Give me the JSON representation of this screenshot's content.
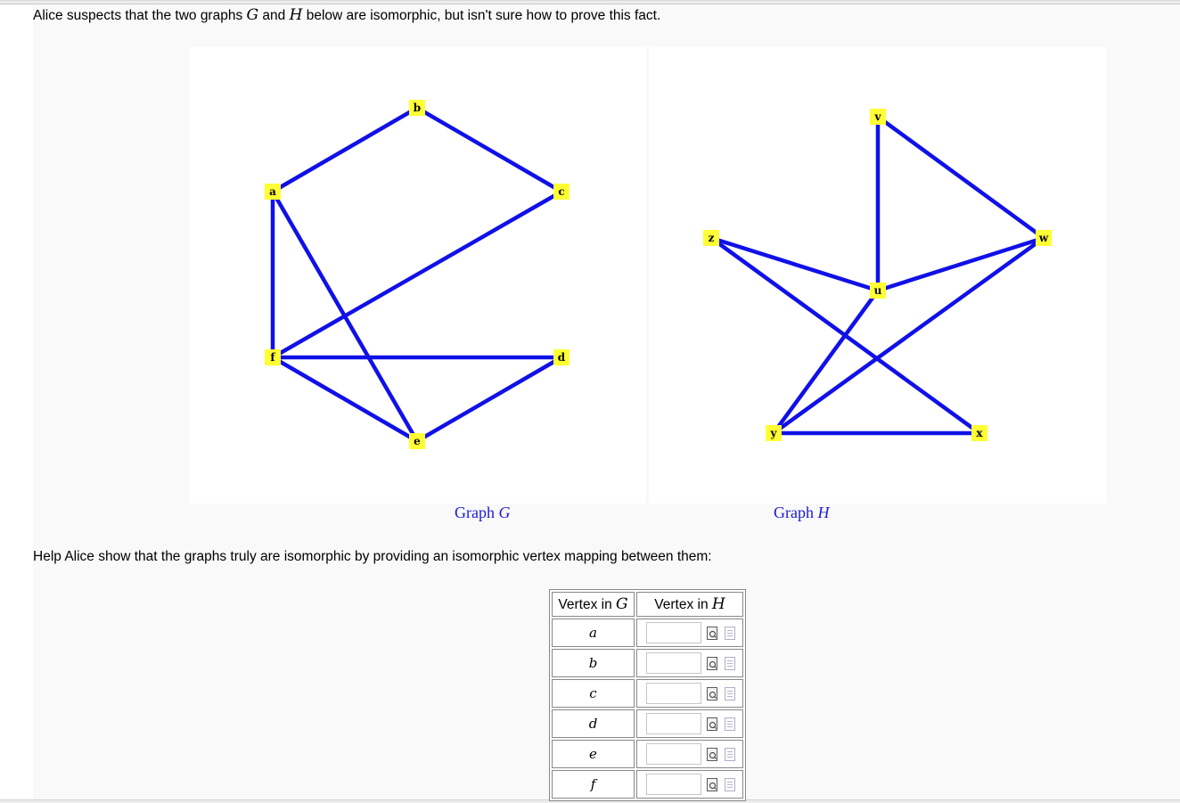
{
  "intro": {
    "text_before_g": "Alice suspects that the two graphs ",
    "g": "G",
    "text_between": " and ",
    "h": "H",
    "text_after_h": " below are isomorphic, but isn't sure how to prove this fact."
  },
  "graph_g": {
    "caption_prefix": "Graph ",
    "caption_var": "G",
    "vertices": [
      "a",
      "b",
      "c",
      "d",
      "e",
      "f"
    ],
    "edges": [
      [
        "a",
        "b"
      ],
      [
        "b",
        "c"
      ],
      [
        "a",
        "f"
      ],
      [
        "a",
        "e"
      ],
      [
        "c",
        "f"
      ],
      [
        "f",
        "d"
      ],
      [
        "f",
        "e"
      ],
      [
        "e",
        "d"
      ]
    ]
  },
  "graph_h": {
    "caption_prefix": "Graph ",
    "caption_var": "H",
    "vertices": [
      "u",
      "v",
      "w",
      "x",
      "y",
      "z"
    ],
    "edges": [
      [
        "v",
        "u"
      ],
      [
        "v",
        "w"
      ],
      [
        "z",
        "u"
      ],
      [
        "z",
        "x"
      ],
      [
        "u",
        "w"
      ],
      [
        "u",
        "y"
      ],
      [
        "w",
        "y"
      ],
      [
        "y",
        "x"
      ]
    ]
  },
  "node_color": "#ffff33",
  "edge_color": "#1010e8",
  "caption_color": "#1a1ad8",
  "help_text": "Help Alice show that the graphs truly are isomorphic by providing an isomorphic vertex mapping between them:",
  "table": {
    "header_g_prefix": "Vertex in ",
    "header_g_var": "G",
    "header_h_prefix": "Vertex in ",
    "header_h_var": "H",
    "rows": [
      {
        "g": "a",
        "h": ""
      },
      {
        "g": "b",
        "h": ""
      },
      {
        "g": "c",
        "h": ""
      },
      {
        "g": "d",
        "h": ""
      },
      {
        "g": "e",
        "h": ""
      },
      {
        "g": "f",
        "h": ""
      }
    ],
    "preview_icon": "preview-icon",
    "help_icon": "answer-help-icon"
  }
}
